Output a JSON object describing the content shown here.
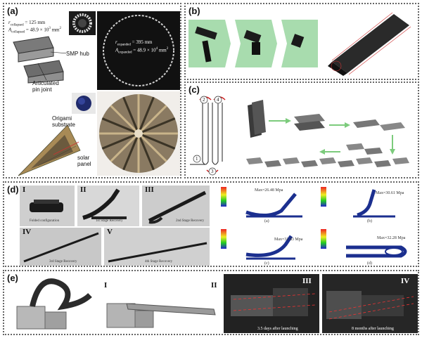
{
  "panels": {
    "a": {
      "label": "(a)",
      "collapsed_r": "r",
      "collapsed_r_sub": "collapsed",
      "collapsed_r_val": " = 125 mm",
      "collapsed_a": "A",
      "collapsed_a_sub": "collapsed",
      "collapsed_a_val": " = 48.9 × 10",
      "collapsed_a_exp": "3",
      "collapsed_a_unit": " mm",
      "collapsed_a_unit_exp": "2",
      "expanded_r": "r",
      "expanded_r_sub": "expanded",
      "expanded_r_val": " = 395 mm",
      "expanded_a": "A",
      "expanded_a_sub": "expanded",
      "expanded_a_val": " = 48.9 × 10",
      "expanded_a_exp": "4",
      "expanded_a_unit": " mm",
      "expanded_a_unit_exp": "2",
      "smp_hub": "SMP hub",
      "articulated": "Articulated pin joint",
      "origami": "Origami substrate",
      "solar": "solar panel"
    },
    "b": {
      "label": "(b)"
    },
    "c": {
      "label": "(c)",
      "circles": [
        "2",
        "4",
        "1",
        "3"
      ]
    },
    "d": {
      "label": "(d)",
      "romans": [
        "I",
        "II",
        "III",
        "IV",
        "V"
      ],
      "folded": "Folded configuration",
      "stage1": "1st Stage Recovery",
      "stage2": "2nd Stage Recovery",
      "stage3": "3rd Stage Recovery",
      "stage4": "4th Stage Recovery",
      "sims": [
        {
          "value": "Max=26.48 Mpa",
          "caption": "(a)"
        },
        {
          "value": "Max=30.61 Mpa",
          "caption": "(b)"
        },
        {
          "value": "Max=31.83 Mpa",
          "caption": "(c)"
        },
        {
          "value": "Max=32.28 Mpa",
          "caption": "(d)"
        }
      ]
    },
    "e": {
      "label": "(e)",
      "romans": [
        "I",
        "II",
        "III",
        "IV"
      ],
      "caption3": "3.5 days after launching",
      "caption4": "8 months after launching"
    }
  },
  "colors": {
    "border": "#666666",
    "green": "#9fd4a6",
    "dark_panel": "#141414",
    "fem_blue": "#1b2f8f"
  }
}
